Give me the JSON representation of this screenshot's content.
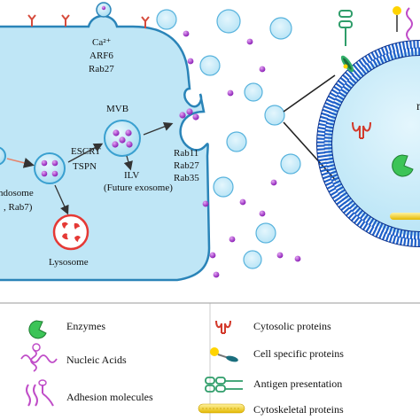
{
  "colors": {
    "cell_fill": "#bfe6f6",
    "cell_stroke": "#2a84b8",
    "vesicle_fill": "#cfeef9",
    "vesicle_stroke": "#3aa0d0",
    "particle": "#b13ed8",
    "lysosome": "#e53935",
    "membrane_blue": "#1e5fc8",
    "membrane_dark": "#0b2f8a"
  },
  "cell": {
    "release_factors": [
      "Ca²⁺",
      "ARF6",
      "Rab27"
    ],
    "mvb_label": "MVB",
    "escrt_label": "ESCRT",
    "tspn_label": "TSPN",
    "ilv_label": "ILV",
    "future_exosome_label": "(Future exosome)",
    "endosome_label": "ndosome",
    "endosome_markers": ", Rab7)",
    "lysosome_label": "Lysosome",
    "rab_labels": [
      "Rab11",
      "Rab27",
      "Rab35"
    ]
  },
  "legend": {
    "items": [
      {
        "label": "Enzymes",
        "icon": "enzyme-icon"
      },
      {
        "label": "Nucleic Acids",
        "icon": "nucleic-acid-icon"
      },
      {
        "label": "Adhesion molecules",
        "icon": "adhesion-molecule-icon"
      },
      {
        "label": "Cytosolic proteins",
        "icon": "cytosolic-protein-icon"
      },
      {
        "label": "Cell specific proteins",
        "icon": "cell-specific-protein-icon"
      },
      {
        "label": "Antigen presentation",
        "icon": "antigen-presentation-icon"
      },
      {
        "label": "Cytoskeletal proteins",
        "icon": "cytoskeletal-protein-icon"
      }
    ]
  }
}
